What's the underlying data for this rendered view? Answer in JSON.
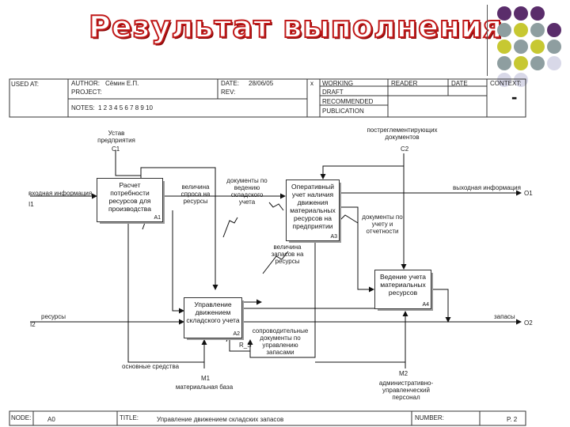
{
  "slide": {
    "title": "Результат выполнения",
    "decor_colors": [
      "#5a2d6b",
      "#8e9ea0",
      "#c7c832",
      "#d8d8e8"
    ]
  },
  "header": {
    "used_at_label": "USED AT:",
    "author_label": "AUTHOR:",
    "author_value": "Сёмин Е.П.",
    "project_label": "PROJECT:",
    "notes_label": "NOTES:",
    "notes_value": "1 2 3 4 5 6 7 8 9 10",
    "date_label": "DATE:",
    "date_value": "28/06/05",
    "rev_label": "REV:",
    "status": [
      "WORKING",
      "DRAFT",
      "RECOMMENDED",
      "PUBLICATION"
    ],
    "reader_label": "READER",
    "date2_label": "DATE",
    "context_label": "CONTEXT:",
    "context_mark": "-"
  },
  "boxes": [
    {
      "text": "Расчет потребности ресурсов для производства",
      "num": "А1"
    },
    {
      "text": "Оперативный учет наличия движения материальных ресурсов на предприятии",
      "num": "А3"
    },
    {
      "text": "Ведение учета материальных ресурсов",
      "num": "А4"
    },
    {
      "text": "Управление движением складского учета",
      "num": "А2"
    }
  ],
  "labels": {
    "control_c1": "Устав предприятия",
    "c1": "С1",
    "control_c2": "постреглементирующих документов",
    "c2": "С2",
    "input_i1": "входная информация",
    "i1": "I1",
    "input_i2": "ресурсы",
    "i2": "I2",
    "output_o1": "выходная информация",
    "o1": "О1",
    "output_o2": "запасы",
    "o2": "О2",
    "a1_out": "величина спроса на ресурсы",
    "a3_in": "документы по ведению складского учета",
    "a3_out": "документы по учету и отчетности",
    "a2_ctrl": "величина запасов на ресурсы",
    "a2_out": "сопроводительные документы по управлению запасами",
    "rs": "R_S",
    "m1_label": "основные средства",
    "m1": "М1",
    "m1_sub": "материальная база",
    "m2": "М2",
    "m2_sub": "административно-управленческий персонал"
  },
  "footer": {
    "node_label": "NODE:",
    "node_value": "А0",
    "title_label": "TITLE:",
    "title_value": "Управление движением складских запасов",
    "number_label": "NUMBER:",
    "page_value": "P. 2"
  }
}
